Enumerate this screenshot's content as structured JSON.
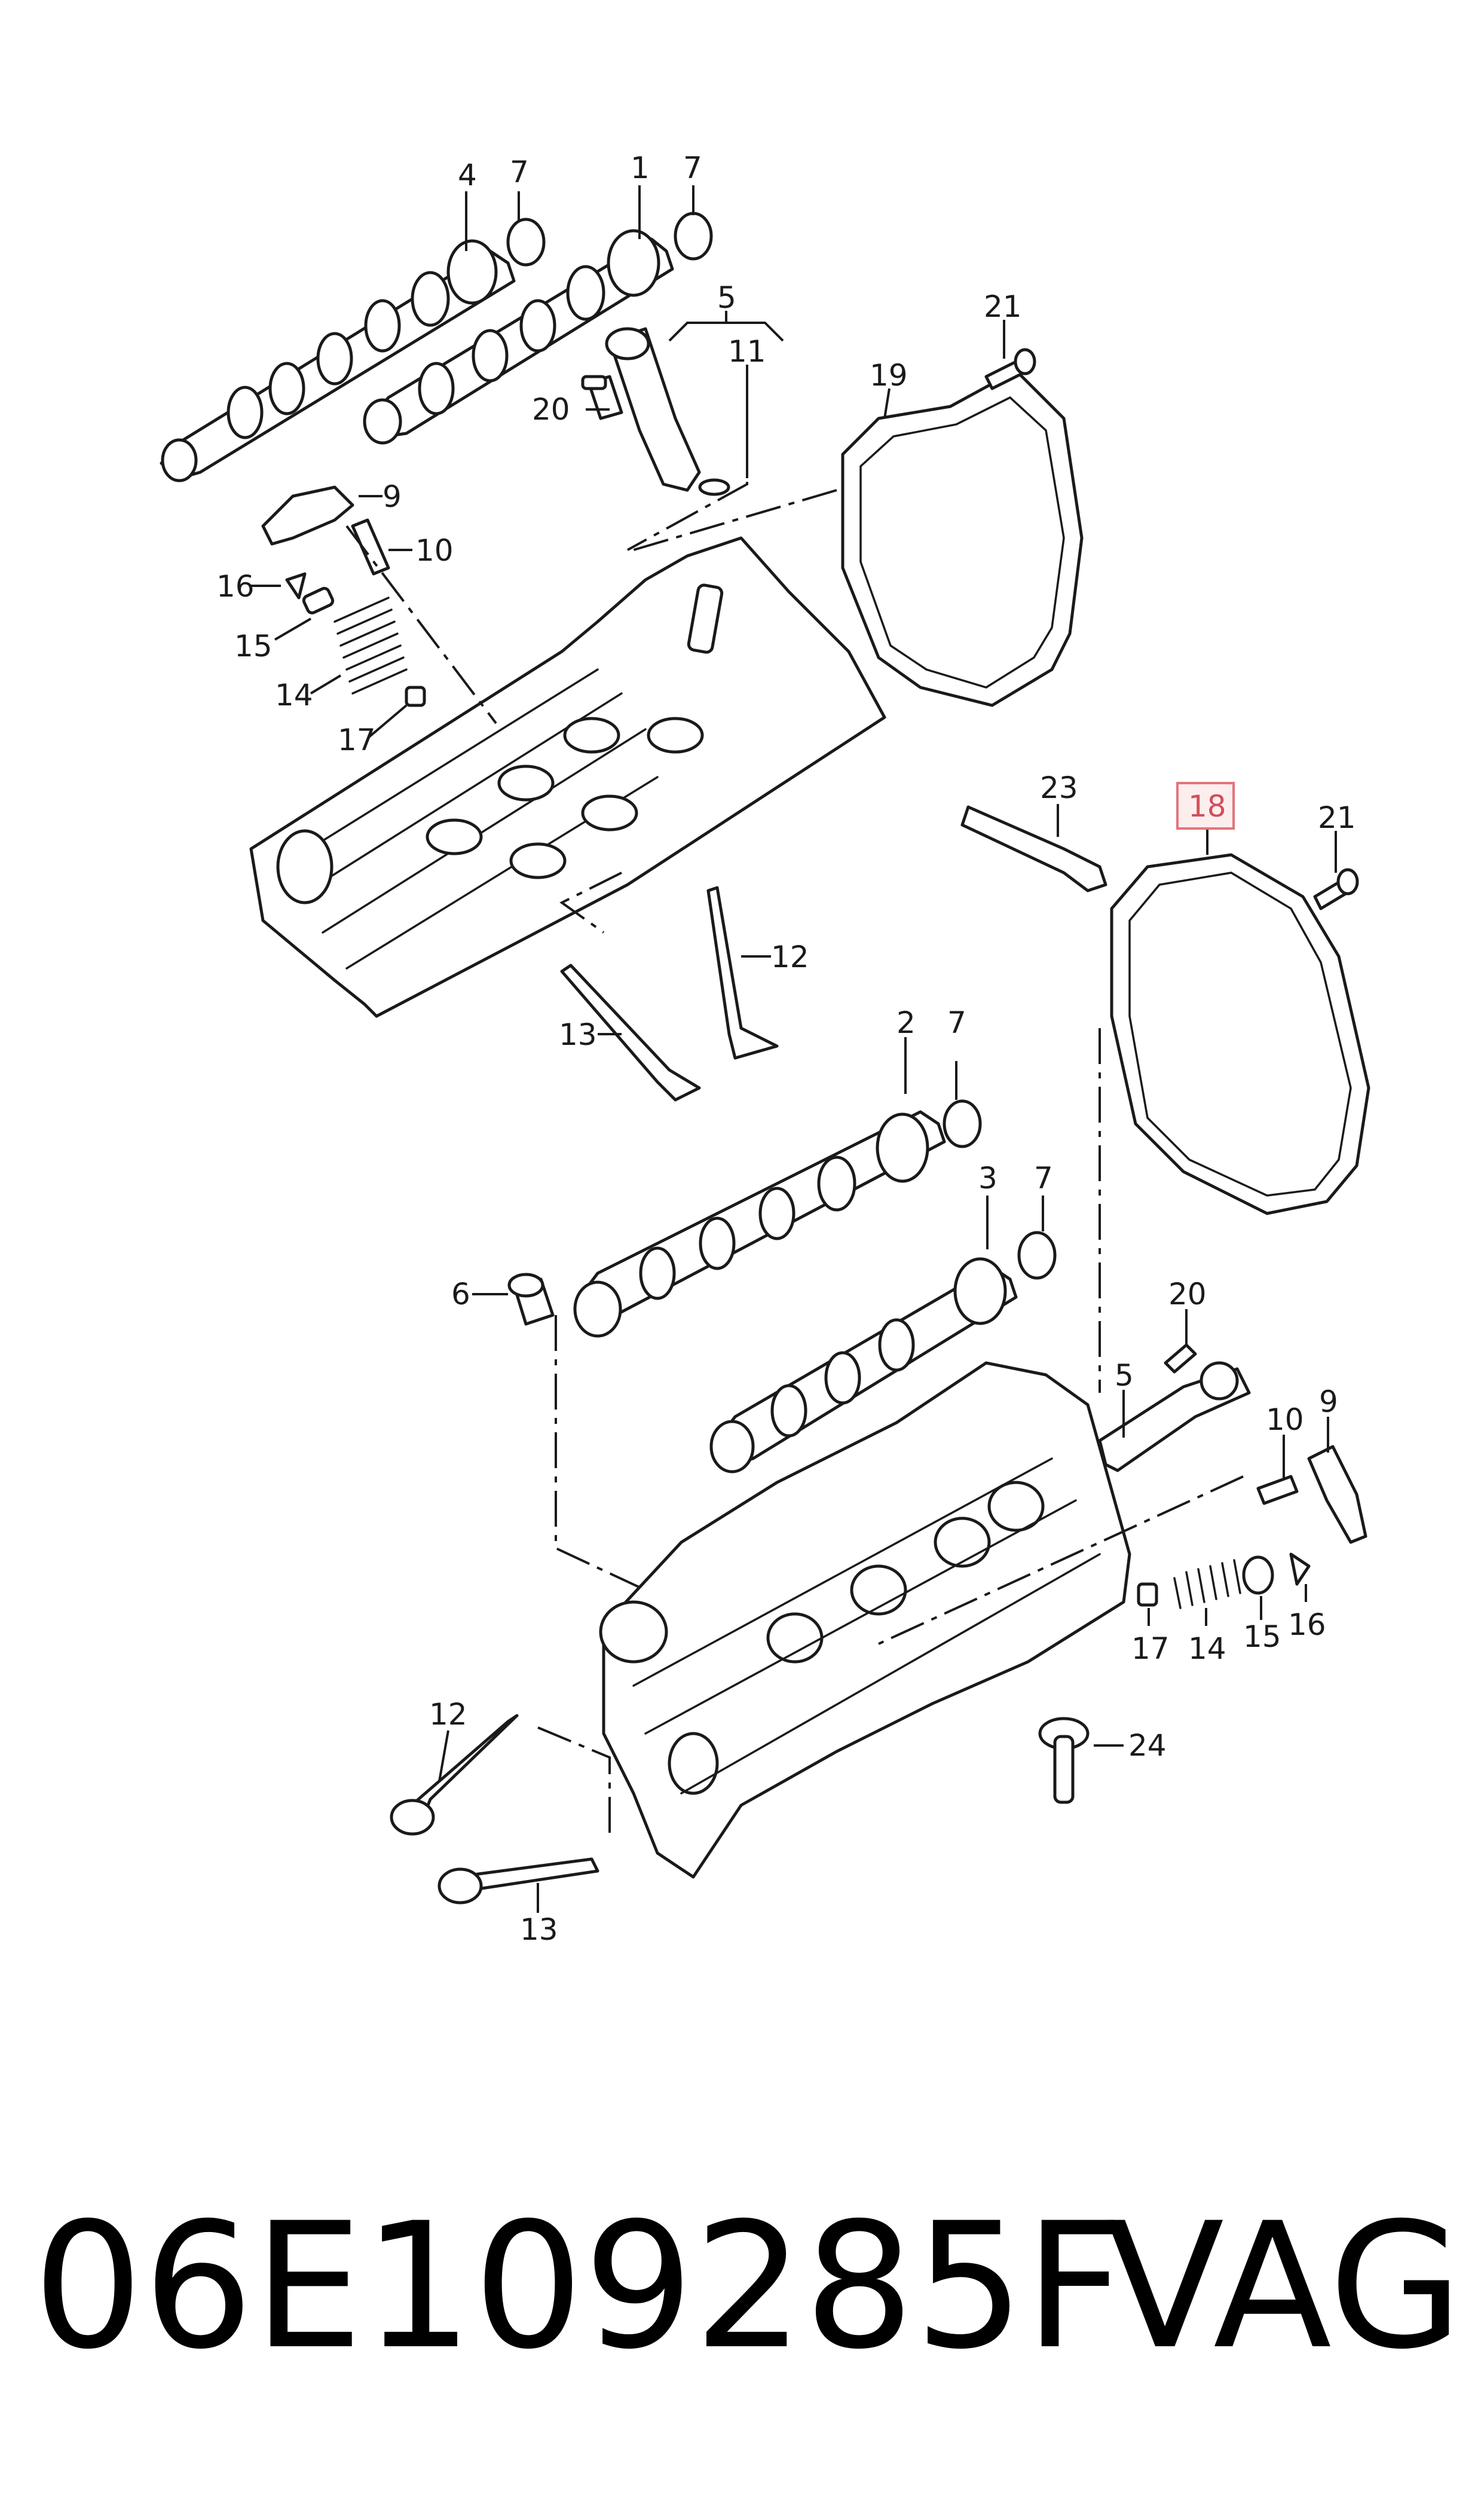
{
  "diagram": {
    "highlighted_part": "18",
    "callouts": {
      "c1": "1",
      "c2": "2",
      "c3": "3",
      "c4": "4",
      "c5a": "5",
      "c5b": "5",
      "c6": "6",
      "c7a": "7",
      "c7b": "7",
      "c7c": "7",
      "c7d": "7",
      "c9a": "9",
      "c9b": "9",
      "c10a": "10",
      "c10b": "10",
      "c11": "11",
      "c12a": "12",
      "c12b": "12",
      "c13a": "13",
      "c13b": "13",
      "c14a": "14",
      "c14b": "14",
      "c15a": "15",
      "c15b": "15",
      "c16a": "16",
      "c16b": "16",
      "c17a": "17",
      "c17b": "17",
      "c18": "18",
      "c19": "19",
      "c20a": "20",
      "c20b": "20",
      "c21a": "21",
      "c21b": "21",
      "c23": "23",
      "c24": "24"
    },
    "highlight_color": "#e0757b"
  },
  "footer": {
    "part_number": "06E109285F",
    "brand": "VAG"
  }
}
